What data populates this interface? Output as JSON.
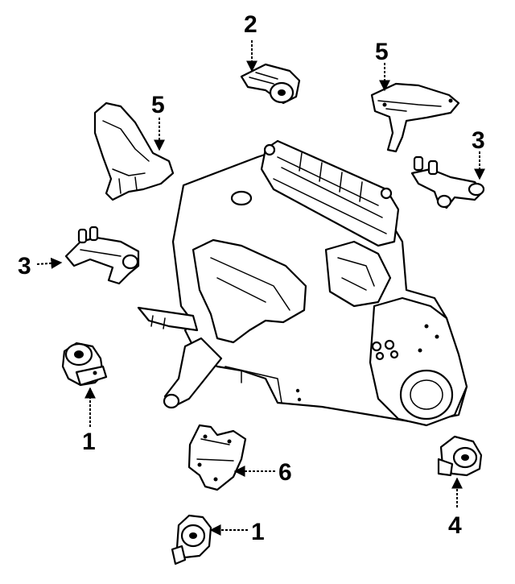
{
  "diagram": {
    "callouts": [
      {
        "id": "c2",
        "label": "2"
      },
      {
        "id": "c5-top",
        "label": "5"
      },
      {
        "id": "c5-left",
        "label": "5"
      },
      {
        "id": "c3-right",
        "label": "3"
      },
      {
        "id": "c3-left",
        "label": "3"
      },
      {
        "id": "c1-left",
        "label": "1"
      },
      {
        "id": "c6",
        "label": "6"
      },
      {
        "id": "c4",
        "label": "4"
      },
      {
        "id": "c1-bottom",
        "label": "1"
      }
    ]
  }
}
